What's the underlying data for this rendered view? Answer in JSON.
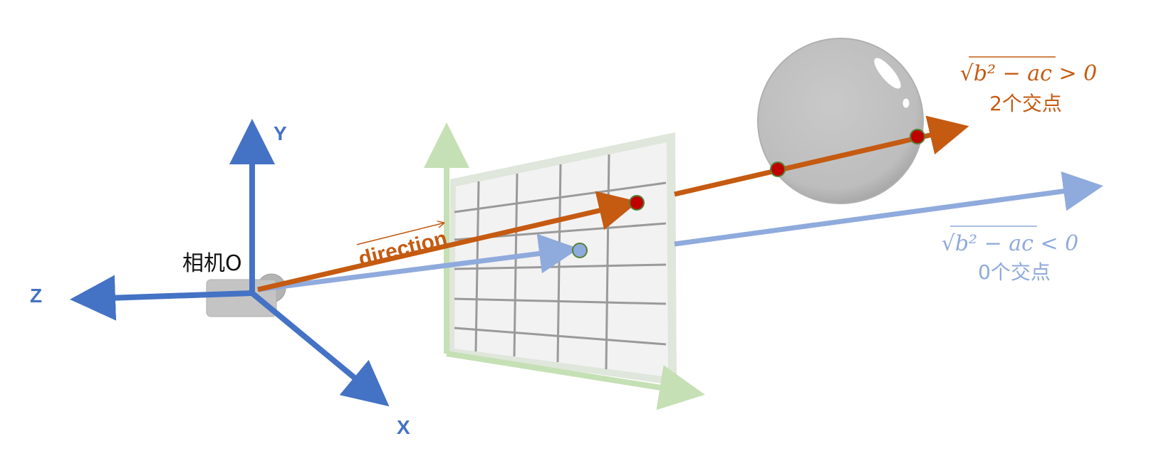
{
  "colors": {
    "axis_blue": "#4472c4",
    "ray_orange": "#c55a11",
    "ray_lightblue": "#8faadc",
    "plane_green": "#c5e0b4",
    "sphere_gray": "#bfbfbf",
    "hit_red": "#c00000",
    "hit_outline": "#548235"
  },
  "axes": {
    "x": "X",
    "y": "Y",
    "z": "Z"
  },
  "camera": {
    "label": "相机O",
    "icon": "camera-icon"
  },
  "direction_label": "direction",
  "orange_case": {
    "formula": "√b² − ac > 0",
    "count": "2个交点"
  },
  "blue_case": {
    "formula": "√b² − ac < 0",
    "count": "0个交点"
  }
}
